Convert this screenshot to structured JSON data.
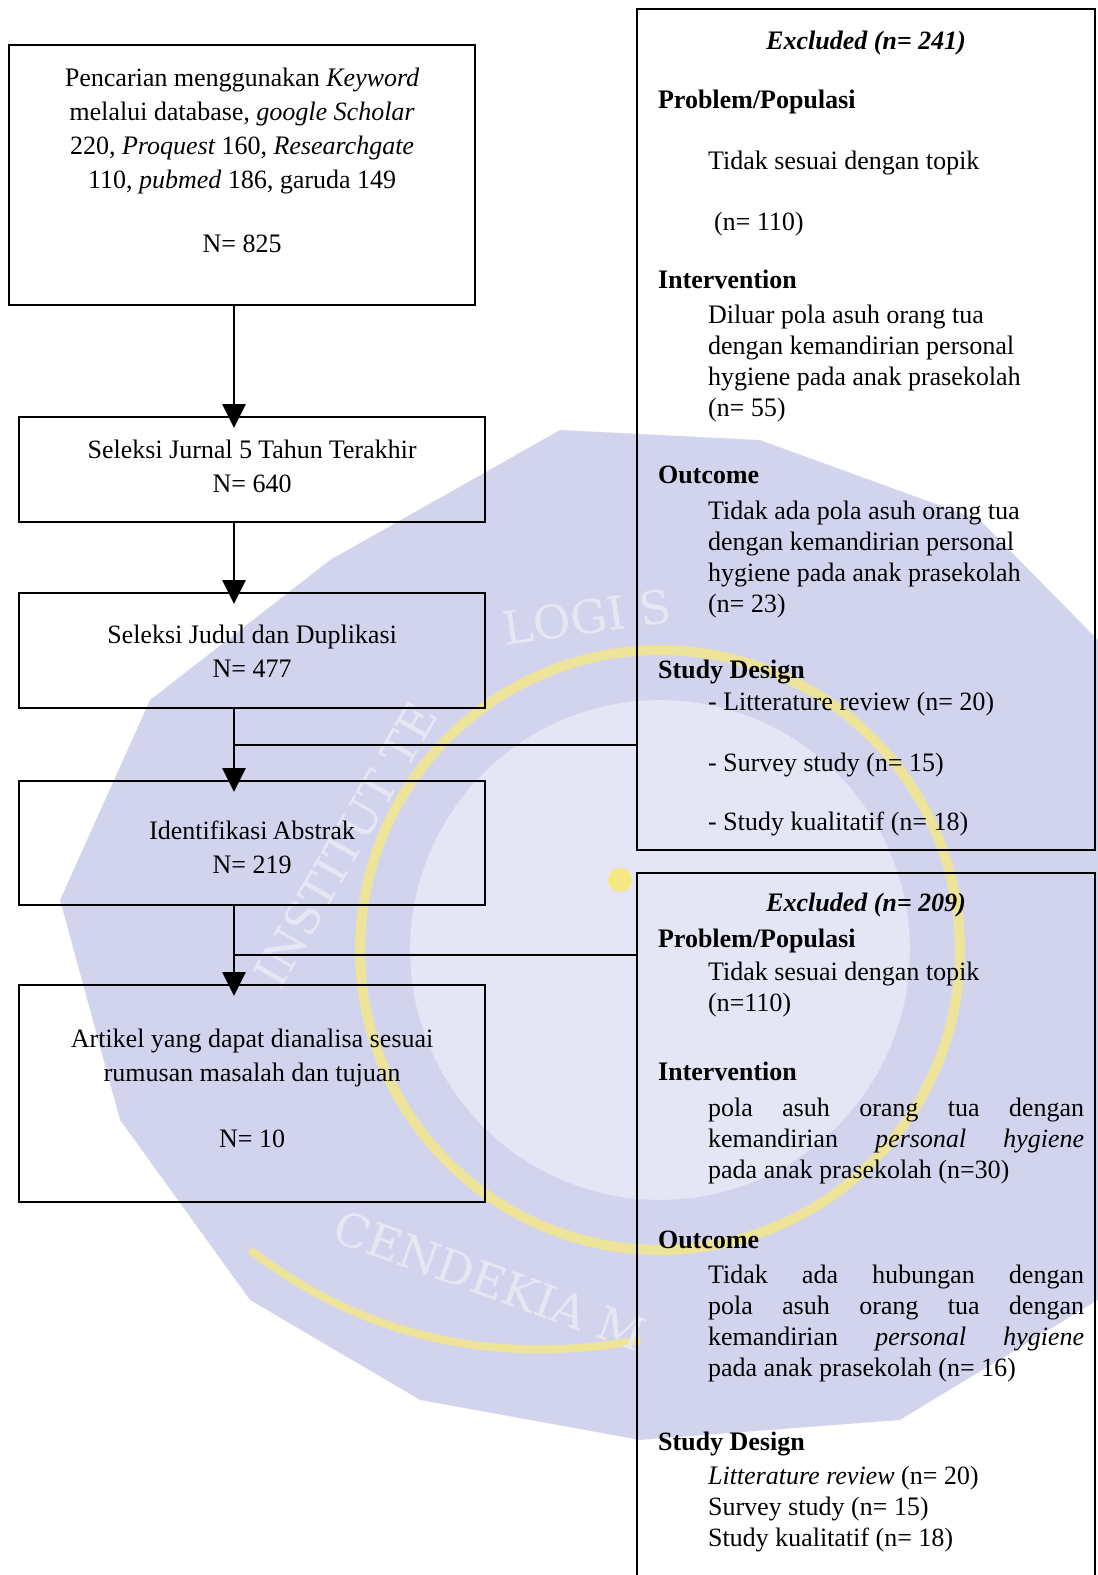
{
  "search_box": {
    "line1_pre": "Pencarian menggunakan ",
    "line1_kw": "Keyword",
    "line2_pre": "melalui database, ",
    "line2_gs": "google Scholar",
    "line3_num": "220, ",
    "line3_pq": "Proquest",
    "line3_mid": " 160, ",
    "line3_rg": "Researchgate",
    "line4_num": "110, ",
    "line4_pm": "pubmed",
    "line4_rest": " 186, garuda 149",
    "count": "N= 825"
  },
  "flow_boxes": [
    {
      "title": "Seleksi Jurnal 5 Tahun Terakhir",
      "count": "N= 640"
    },
    {
      "title": "Seleksi Judul dan Duplikasi",
      "count": "N= 477"
    },
    {
      "title": "Identifikasi Abstrak",
      "count": "N= 219"
    }
  ],
  "final_box": {
    "line1": "Artikel yang dapat dianalisa sesuai",
    "line2": "rumusan masalah dan tujuan",
    "count": "N= 10"
  },
  "excluded_1": {
    "title": "Excluded (n= 241)",
    "problem_header": "Problem/Populasi",
    "problem_text": "Tidak sesuai dengan topik",
    "problem_n": "(n= 110)",
    "intervention_header": "Intervention",
    "intervention_lines": [
      "Diluar pola asuh orang tua",
      "dengan kemandirian personal",
      "hygiene pada anak prasekolah",
      "(n= 55)"
    ],
    "outcome_header": "Outcome",
    "outcome_lines": [
      "Tidak ada pola asuh orang tua",
      "dengan kemandirian personal",
      "hygiene pada anak prasekolah",
      "(n= 23)"
    ],
    "design_header": "Study Design",
    "design_items": [
      "- Litterature review (n= 20)",
      "- Survey study (n= 15)",
      "- Study kualitatif (n= 18)"
    ]
  },
  "excluded_2": {
    "title": "Excluded (n= 209)",
    "problem_header": "Problem/Populasi",
    "problem_text": "Tidak sesuai dengan topik",
    "problem_n": "(n=110)",
    "intervention_header": "Intervention",
    "int_l1": "pola asuh orang tua dengan",
    "int_l2_pre": "kemandirian ",
    "int_l2_it": "personal hygiene",
    "int_l3": "pada anak prasekolah (n=30)",
    "outcome_header": "Outcome",
    "out_l1": "Tidak ada hubungan dengan",
    "out_l2": "pola asuh orang tua dengan",
    "out_l3_pre": "kemandirian ",
    "out_l3_it": "personal hygiene",
    "out_l4": "pada anak prasekolah (n= 16)",
    "design_header": "Study Design",
    "design_l1_it": "Litterature review",
    "design_l1_rest": " (n= 20)",
    "design_l2": "Survey study (n= 15)",
    "design_l3": "Study kualitatif (n= 18)"
  },
  "watermark": {
    "arc_top": "LOGI S",
    "arc_left": "INSTITUT TE",
    "arc_bottom": "CENDEKIA M",
    "colors": {
      "fill": "#c9cbea",
      "ring": "#f3e46a"
    }
  }
}
